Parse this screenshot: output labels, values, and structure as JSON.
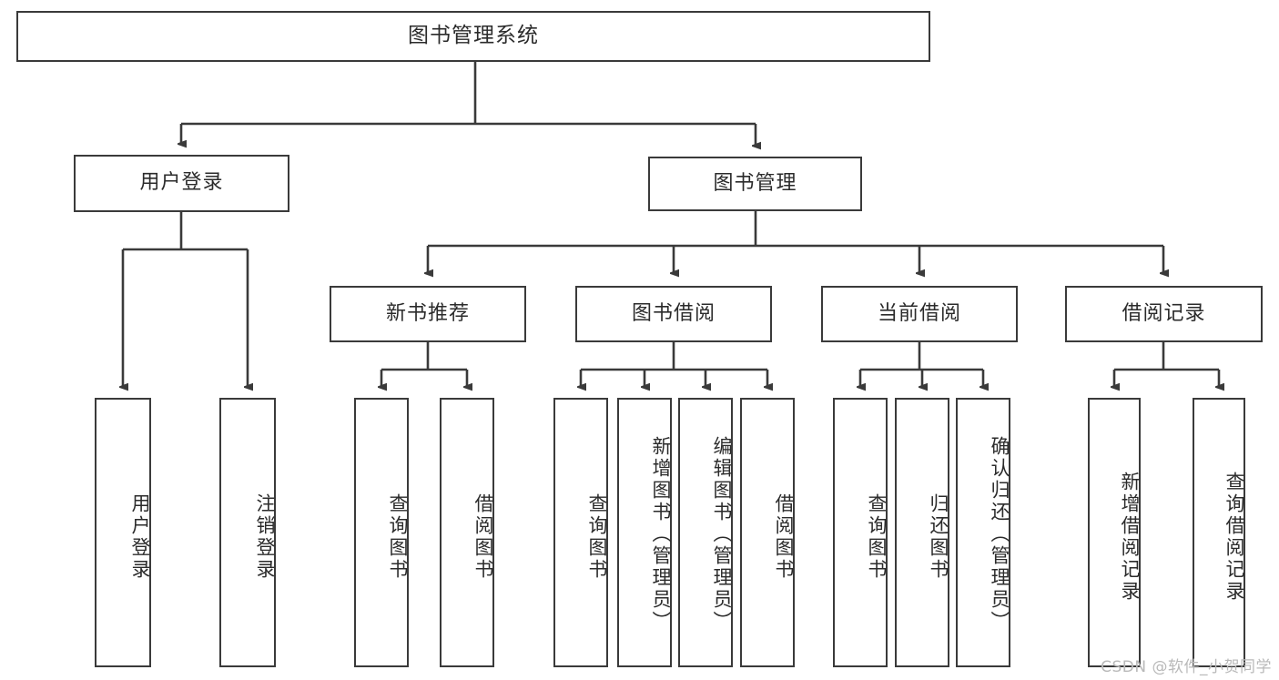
{
  "diagram": {
    "title": "图书管理系统",
    "type": "tree",
    "root": {
      "label": "图书管理系统"
    },
    "level2": [
      {
        "label": "用户登录"
      },
      {
        "label": "图书管理"
      }
    ],
    "level3": [
      {
        "label": "新书推荐"
      },
      {
        "label": "图书借阅"
      },
      {
        "label": "当前借阅"
      },
      {
        "label": "借阅记录"
      }
    ],
    "leaves": [
      {
        "label": "用户登录",
        "parent": "用户登录"
      },
      {
        "label": "注销登录",
        "parent": "用户登录"
      },
      {
        "label": "查询图书",
        "parent": "新书推荐"
      },
      {
        "label": "借阅图书",
        "parent": "新书推荐"
      },
      {
        "label": "查询图书",
        "parent": "图书借阅"
      },
      {
        "label": "新增图书（管理员）",
        "parent": "图书借阅"
      },
      {
        "label": "编辑图书（管理员）",
        "parent": "图书借阅"
      },
      {
        "label": "借阅图书",
        "parent": "图书借阅"
      },
      {
        "label": "查询图书",
        "parent": "当前借阅"
      },
      {
        "label": "归还图书",
        "parent": "当前借阅"
      },
      {
        "label": "确认归还（管理员）",
        "parent": "当前借阅"
      },
      {
        "label": "新增借阅记录",
        "parent": "借阅记录"
      },
      {
        "label": "查询借阅记录",
        "parent": "借阅记录"
      }
    ],
    "watermark": "CSDN @软件_小贺同学",
    "colors": {
      "stroke": "#3a3a3a",
      "background": "#ffffff",
      "text": "#2b2b2b",
      "watermark": "#b9b9b9"
    }
  }
}
